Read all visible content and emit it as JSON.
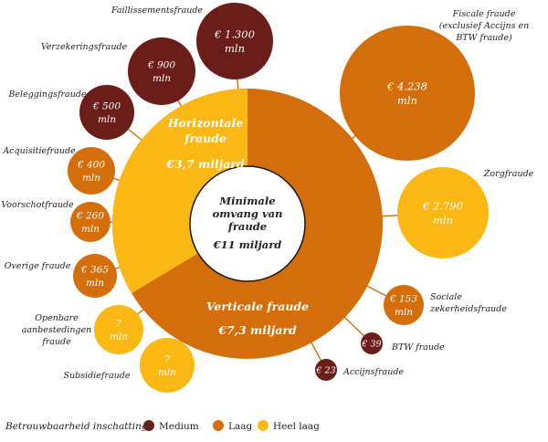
{
  "colors": {
    "medium": "#6b1d1a",
    "laag": "#d46e0b",
    "heel_laag": "#fbb713",
    "connector": "#d46e0b",
    "white": "#ffffff",
    "text_dark": "#222222"
  },
  "center": {
    "lines": [
      "Minimale",
      "omvang van",
      "fraude"
    ],
    "total": "€11 miljard"
  },
  "horizontal": {
    "title_lines": [
      "Horizontale",
      "fraude"
    ],
    "value": "€3,7 miljard",
    "share": 0.336
  },
  "vertical": {
    "title": "Verticale fraude",
    "value": "€7,3 miljard",
    "share": 0.664
  },
  "bubbles": [
    {
      "id": "faillissementsfraude",
      "label_lines": [
        "Faillissementsfraude"
      ],
      "value_lines": [
        "€ 1.300",
        "mln"
      ],
      "reliability": "medium"
    },
    {
      "id": "verzekeringsfraude",
      "label_lines": [
        "Verzekeringsfraude"
      ],
      "value_lines": [
        "€ 900",
        "mln"
      ],
      "reliability": "medium"
    },
    {
      "id": "beleggingsfraude",
      "label_lines": [
        "Beleggingsfraude"
      ],
      "value_lines": [
        "€ 500",
        "mln"
      ],
      "reliability": "medium"
    },
    {
      "id": "acquisitiefraude",
      "label_lines": [
        "Acquisitiefraude"
      ],
      "value_lines": [
        "€ 400",
        "mln"
      ],
      "reliability": "laag"
    },
    {
      "id": "voorschotfraude",
      "label_lines": [
        "Voorschotfraude"
      ],
      "value_lines": [
        "€ 260",
        "mln"
      ],
      "reliability": "laag"
    },
    {
      "id": "overige-fraude",
      "label_lines": [
        "Overige fraude"
      ],
      "value_lines": [
        "€ 365",
        "mln"
      ],
      "reliability": "laag"
    },
    {
      "id": "openbare-aanbestedingen-fraude",
      "label_lines": [
        "Openbare",
        "aanbestedingen",
        "fraude"
      ],
      "value_lines": [
        "?",
        "mln"
      ],
      "reliability": "heel_laag"
    },
    {
      "id": "subsidiefraude",
      "label_lines": [
        "Subsidiefraude"
      ],
      "value_lines": [
        "?",
        "mln"
      ],
      "reliability": "heel_laag"
    },
    {
      "id": "fiscale-fraude",
      "label_lines": [
        "Fiscale fraude",
        "(exclusief Accijns en",
        "BTW fraude)"
      ],
      "value_lines": [
        "€ 4.238",
        "mln"
      ],
      "reliability": "laag"
    },
    {
      "id": "zorgfraude",
      "label_lines": [
        "Zorgfraude"
      ],
      "value_lines": [
        "€ 2.790",
        "mln"
      ],
      "reliability": "heel_laag"
    },
    {
      "id": "sociale-zekerheidsfraude",
      "label_lines": [
        "Sociale",
        "zekerheidsfraude"
      ],
      "value_lines": [
        "€ 153",
        "mln"
      ],
      "reliability": "laag"
    },
    {
      "id": "btw-fraude",
      "label_lines": [
        "BTW fraude"
      ],
      "value_lines": [
        "€ 39"
      ],
      "reliability": "medium"
    },
    {
      "id": "accijnsfraude",
      "label_lines": [
        "Accijnsfraude"
      ],
      "value_lines": [
        "€ 23"
      ],
      "reliability": "medium"
    }
  ],
  "legend": {
    "title": "Betrouwbaarheid inschatting",
    "items": [
      {
        "key": "medium",
        "label": "Medium"
      },
      {
        "key": "laag",
        "label": "Laag"
      },
      {
        "key": "heel_laag",
        "label": "Heel laag"
      }
    ]
  }
}
